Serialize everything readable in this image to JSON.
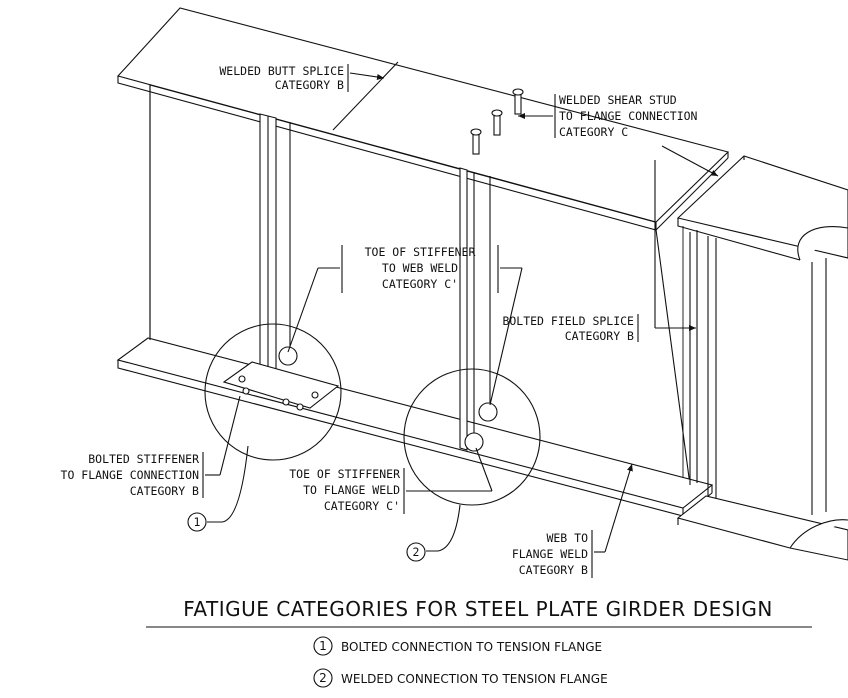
{
  "labels": {
    "butt_splice": [
      "WELDED BUTT SPLICE",
      "CATEGORY B"
    ],
    "shear_stud": [
      "WELDED SHEAR STUD",
      "TO FLANGE CONNECTION",
      "CATEGORY C"
    ],
    "toe_web": [
      "TOE OF STIFFENER",
      "TO WEB WELD",
      "CATEGORY C'"
    ],
    "field_splice": [
      "BOLTED FIELD SPLICE",
      "CATEGORY B"
    ],
    "bolted_stiffener": [
      "BOLTED STIFFENER",
      "TO FLANGE CONNECTION",
      "CATEGORY B"
    ],
    "toe_flange": [
      "TOE OF STIFFENER",
      "TO FLANGE WELD",
      "CATEGORY C'"
    ],
    "web_flange": [
      "WEB TO",
      "FLANGE WELD",
      "CATEGORY B"
    ]
  },
  "callouts": {
    "one": "1",
    "two": "2"
  },
  "title": "FATIGUE CATEGORIES FOR STEEL PLATE GIRDER DESIGN",
  "legend": [
    {
      "num": "1",
      "text": "BOLTED CONNECTION TO TENSION FLANGE"
    },
    {
      "num": "2",
      "text": "WELDED CONNECTION TO TENSION FLANGE"
    }
  ]
}
